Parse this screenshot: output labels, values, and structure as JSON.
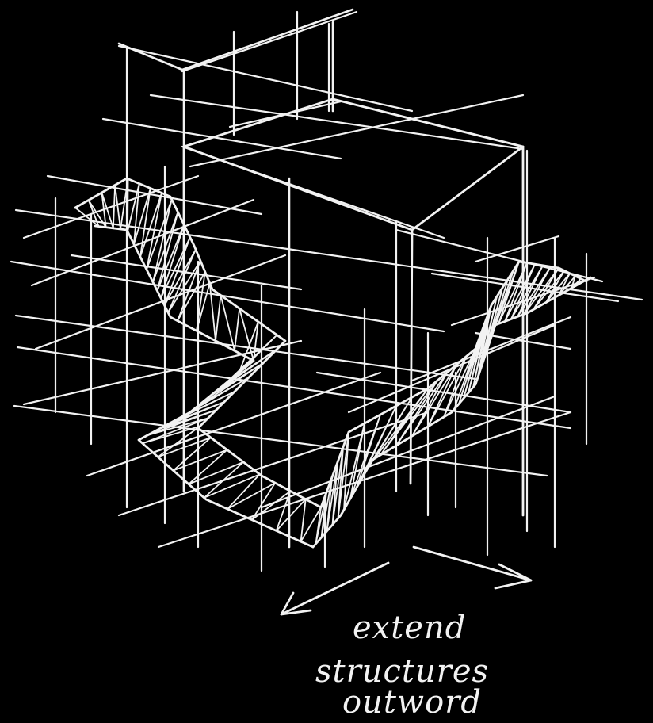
{
  "sketch": {
    "background_color": "#000000",
    "line_color": "#f2f2f2",
    "elements": [
      "grid-lines",
      "central-box",
      "upper-box",
      "hatched-left-band",
      "hatched-right-band",
      "outward-arrows"
    ]
  },
  "annotation": {
    "lines": [
      "extend",
      "structures",
      "outword"
    ]
  }
}
